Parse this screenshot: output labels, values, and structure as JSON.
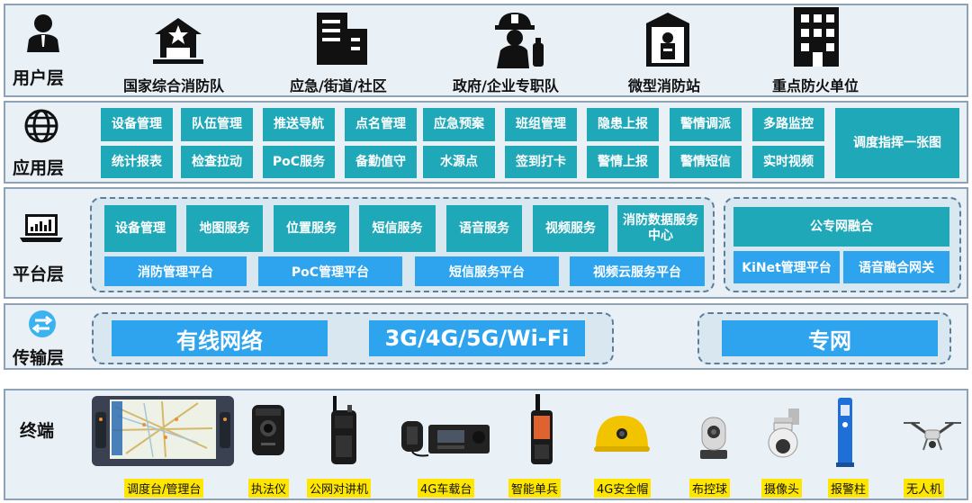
{
  "user_layer": {
    "title": "用户层",
    "units": [
      {
        "label": "国家综合消防队",
        "icon": "fire-station-icon"
      },
      {
        "label": "应急/街道/社区",
        "icon": "buildings-icon"
      },
      {
        "label": "政府/企业专职队",
        "icon": "firefighter-icon"
      },
      {
        "label": "微型消防站",
        "icon": "micro-station-icon"
      },
      {
        "label": "重点防火单位",
        "icon": "office-building-icon"
      }
    ]
  },
  "app_layer": {
    "title": "应用层",
    "row1": [
      "设备管理",
      "队伍管理",
      "推送导航",
      "点名管理",
      "应急预案",
      "班组管理",
      "隐患上报",
      "警情调派",
      "多路监控"
    ],
    "row2": [
      "统计报表",
      "检查拉动",
      "PoC服务",
      "备勤值守",
      "水源点",
      "签到打卡",
      "警情上报",
      "警情短信",
      "实时视频"
    ],
    "big": "调度指挥一张图"
  },
  "platform_layer": {
    "title": "平台层",
    "services": [
      "设备管理",
      "地图服务",
      "位置服务",
      "短信服务",
      "语音服务",
      "视频服务",
      "消防数据服务中心"
    ],
    "platforms": [
      "消防管理平台",
      "PoC管理平台",
      "短信服务平台",
      "视频云服务平台"
    ],
    "fusion_title": "公专网融合",
    "fusion_items": [
      "KiNet管理平台",
      "语音融合网关"
    ]
  },
  "transport_layer": {
    "title": "传输层",
    "items": [
      "有线网络",
      "3G/4G/5G/Wi-Fi"
    ],
    "private": "专网"
  },
  "terminal_layer": {
    "title": "终端",
    "devices": [
      "调度台/管理台",
      "执法仪",
      "公网对讲机",
      "4G车载台",
      "智能单兵",
      "4G安全帽",
      "布控球",
      "摄像头",
      "报警柱",
      "无人机"
    ]
  }
}
